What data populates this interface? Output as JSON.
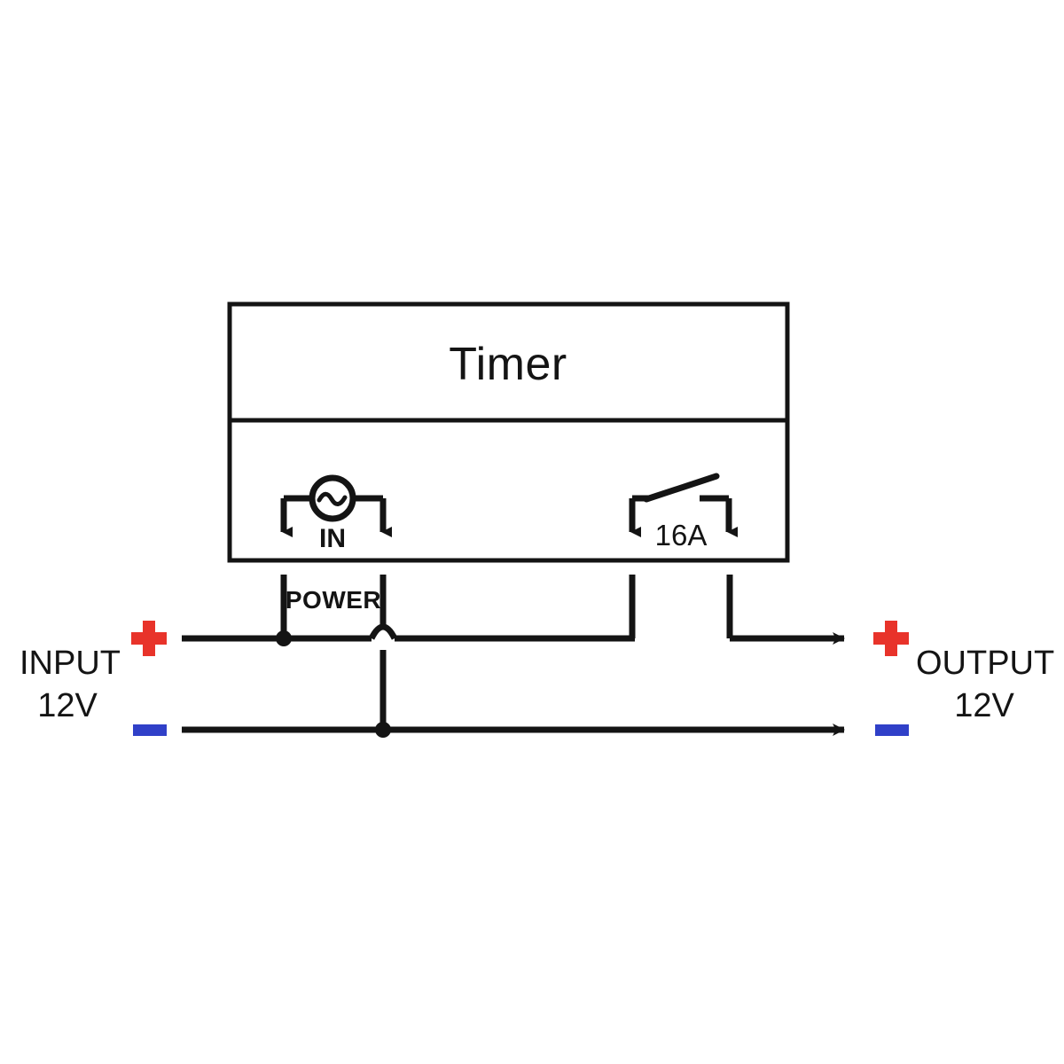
{
  "diagram": {
    "title_visible": "Timer",
    "device": {
      "name": "Timer",
      "label": "Timer"
    },
    "terminals": {
      "power_label": "POWER",
      "input_symbol_label": "IN",
      "relay_rating_label": "16A"
    },
    "input": {
      "name_label": "INPUT",
      "voltage_label": "12V",
      "plus_symbol": "+",
      "minus_symbol": "–"
    },
    "output": {
      "name_label": "OUTPUT",
      "voltage_label": "12V",
      "plus_symbol": "+",
      "minus_symbol": "–"
    },
    "icons": {
      "ac_source": "ac-source-icon",
      "switch_contact": "switch-contact-icon",
      "wire_hop": "wire-hop-icon",
      "junction_dot": "junction-dot-icon",
      "arrow_down": "arrow-down-icon",
      "arrow_right": "arrow-right-icon"
    },
    "colors": {
      "wire": "#141414",
      "positive": "#e8332a",
      "negative": "#3040c8",
      "background": "#ffffff",
      "box_stroke": "#141414"
    }
  }
}
